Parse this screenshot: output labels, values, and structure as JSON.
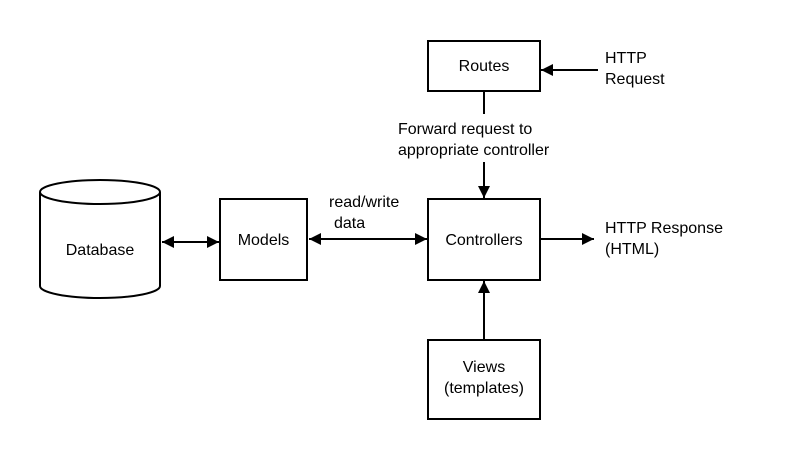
{
  "nodes": {
    "database": {
      "label": "Database"
    },
    "models": {
      "label": "Models"
    },
    "controllers": {
      "label": "Controllers"
    },
    "routes": {
      "label": "Routes"
    },
    "views": {
      "label_line1": "Views",
      "label_line2": "(templates)"
    }
  },
  "external": {
    "http_request": {
      "line1": "HTTP",
      "line2": "Request"
    },
    "http_response": {
      "line1": "HTTP Response",
      "line2": "(HTML)"
    }
  },
  "edge_labels": {
    "routes_to_controllers": {
      "line1": "Forward request to",
      "line2": "appropriate controller"
    },
    "models_controllers": {
      "line1": "read/write",
      "line2": "data"
    }
  },
  "colors": {
    "stroke": "#000000",
    "fill": "#ffffff",
    "text": "#000000"
  }
}
